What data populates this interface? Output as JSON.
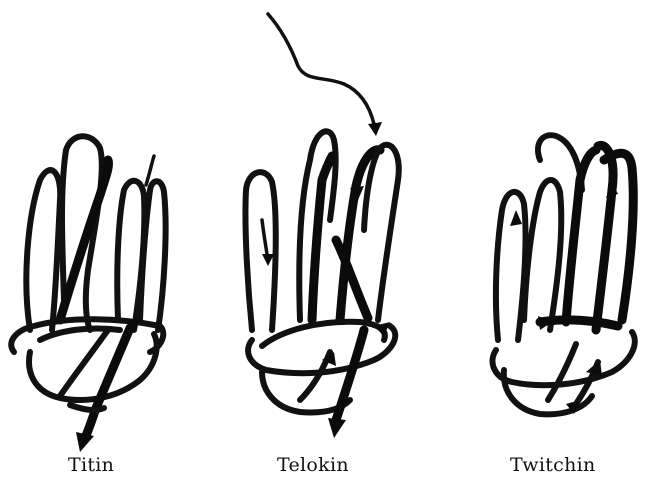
{
  "labels": {
    "titin": "Titin",
    "telokin": "Telokin",
    "twitchin": "Twitchin"
  },
  "colors": {
    "ink": "#111111",
    "background": "#ffffff"
  }
}
